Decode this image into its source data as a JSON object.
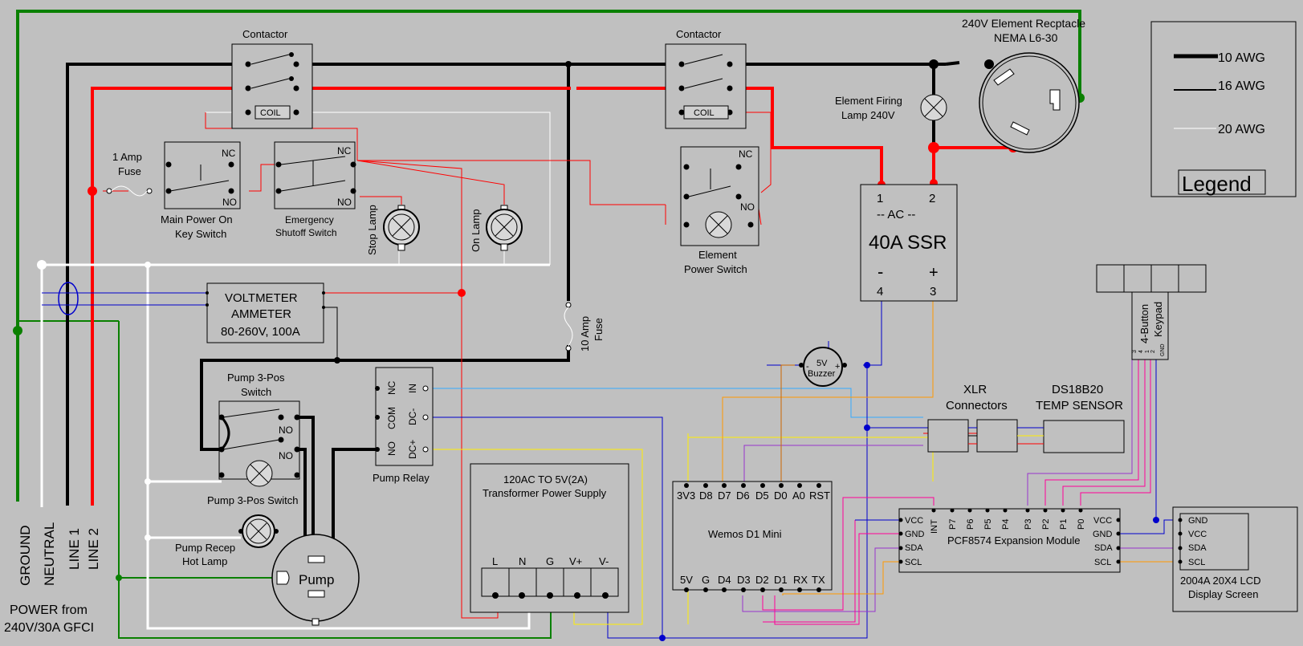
{
  "colors": {
    "background": "#c0c0c0",
    "ground": "#0a8000",
    "line1": "#000000",
    "line2": "#ff0000",
    "neutral": "#ffffff",
    "signal_blue": "#0000cc",
    "signal_lightblue": "#33aaff",
    "signal_yellow": "#ffee00",
    "signal_orange": "#ff9900",
    "signal_purple": "#9933cc",
    "signal_magenta": "#ff0099",
    "signal_brown": "#cc6600"
  },
  "power_lines": {
    "ground": "GROUND",
    "neutral": "NEUTRAL",
    "line1": "LINE 1",
    "line2": "LINE 2",
    "source_line1": "POWER from",
    "source_line2": "240V/30A GFCI"
  },
  "legend": {
    "title": "Legend",
    "items": [
      "10 AWG",
      "16 AWG",
      "20 AWG"
    ]
  },
  "contactor_left": {
    "title": "Contactor",
    "coil": "COIL"
  },
  "contactor_right": {
    "title": "Contactor",
    "coil": "COIL"
  },
  "receptacle": {
    "line1": "240V Element Recptacle",
    "line2": "NEMA L6-30"
  },
  "element_lamp": {
    "line1": "Element Firing",
    "line2": "Lamp 240V"
  },
  "fuse_1a": {
    "line1": "1 Amp",
    "line2": "Fuse"
  },
  "main_switch": {
    "nc": "NC",
    "no": "NO",
    "line1": "Main Power On",
    "line2": "Key Switch"
  },
  "estop": {
    "nc": "NC",
    "no": "NO",
    "line1": "Emergency",
    "line2": "Shutoff Switch"
  },
  "stop_lamp": "Stop Lamp",
  "on_lamp": "On Lamp",
  "element_switch": {
    "nc": "NC",
    "no": "NO",
    "line1": "Element",
    "line2": "Power Switch"
  },
  "ssr": {
    "pin1": "1",
    "pin2": "2",
    "ac": "-- AC --",
    "name": "40A SSR",
    "minus": "-",
    "plus": "+",
    "pin4": "4",
    "pin3": "3"
  },
  "meter": {
    "line1": "VOLTMETER",
    "line2": "AMMETER",
    "line3": "80-260V, 100A"
  },
  "fuse_10a": {
    "line1": "10 Amp",
    "line2": "Fuse"
  },
  "pump_switch": {
    "title_line1": "Pump 3-Pos",
    "title_line2": "Switch",
    "no1": "NO",
    "no2": "NO",
    "caption": "Pump 3-Pos Switch"
  },
  "pump_relay": {
    "nc": "NC",
    "com": "COM",
    "no": "NO",
    "in": "IN",
    "dcm": "DC-",
    "dcp": "DC+",
    "caption": "Pump Relay"
  },
  "pump_lamp": {
    "line1": "Pump Recep",
    "line2": "Hot Lamp"
  },
  "pump": "Pump",
  "psu": {
    "line1": "120AC TO 5V(2A)",
    "line2": "Transformer Power Supply",
    "terminals": [
      "L",
      "N",
      "G",
      "V+",
      "V-"
    ]
  },
  "wemos": {
    "name": "Wemos D1 Mini",
    "top_pins": [
      "3V3",
      "D8",
      "D7",
      "D6",
      "D5",
      "D0",
      "A0",
      "RST"
    ],
    "bottom_pins": [
      "5V",
      "G",
      "D4",
      "D3",
      "D2",
      "D1",
      "RX",
      "TX"
    ]
  },
  "buzzer": {
    "line1": "5V",
    "line2": "Buzzer",
    "minus": "-",
    "plus": "+"
  },
  "xlr": {
    "line1": "XLR",
    "line2": "Connectors"
  },
  "temp_sensor": {
    "line1": "DS18B20",
    "line2": "TEMP SENSOR"
  },
  "keypad": {
    "line1": "4-Button",
    "line2": "Keypad",
    "pins": [
      "3",
      "4",
      "1",
      "2",
      "GND"
    ]
  },
  "pcf": {
    "name": "PCF8574 Expansion Module",
    "top_pins": [
      "INT",
      "P7",
      "P6",
      "P5",
      "P4",
      "P3",
      "P2",
      "P1",
      "P0"
    ],
    "left_pins": [
      "VCC",
      "GND",
      "SDA",
      "SCL"
    ],
    "right_pins": [
      "VCC",
      "GND",
      "SDA",
      "SCL"
    ]
  },
  "lcd": {
    "pins": [
      "GND",
      "VCC",
      "SDA",
      "SCL"
    ],
    "line1": "2004A 20X4 LCD",
    "line2": "Display Screen"
  }
}
